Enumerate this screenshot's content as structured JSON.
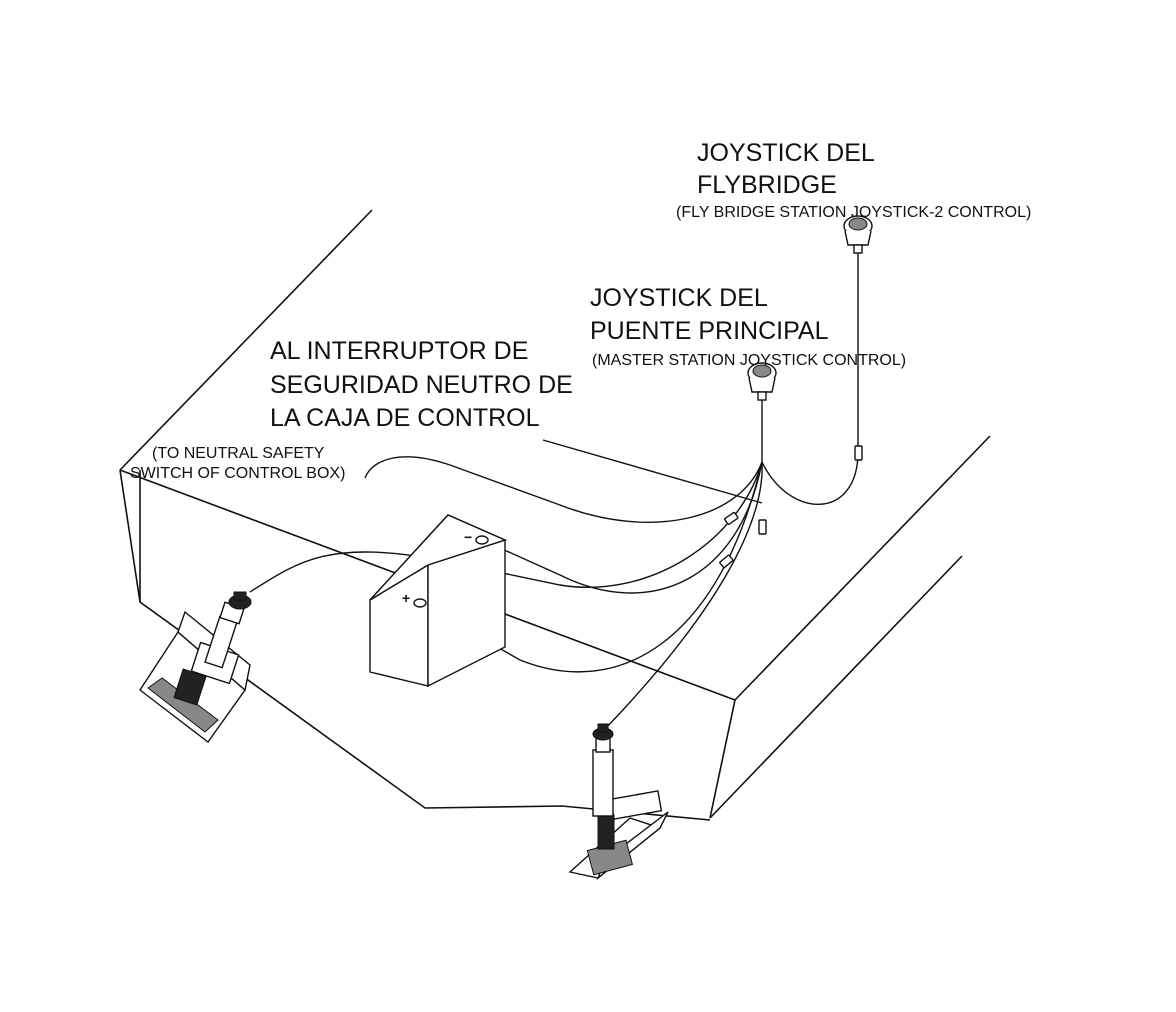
{
  "labels": {
    "flybridge": {
      "line1": "JOYSTICK DEL",
      "line2": "FLYBRIDGE",
      "sub": "(FLY BRIDGE STATION JOYSTICK-2 CONTROL)"
    },
    "master": {
      "line1": "JOYSTICK DEL",
      "line2": "PUENTE PRINCIPAL",
      "sub": "(MASTER STATION JOYSTICK CONTROL)"
    },
    "neutral": {
      "line1": "AL INTERRUPTOR DE",
      "line2": "SEGURIDAD NEUTRO DE",
      "line3": "LA CAJA DE CONTROL",
      "sub1": "(TO NEUTRAL SAFETY",
      "sub2": "SWITCH OF CONTROL BOX)"
    },
    "battery": {
      "negative": "−",
      "positive": "+"
    }
  },
  "icons": [
    "joystick-icon",
    "trim-tab-actuator-icon",
    "battery-icon"
  ]
}
